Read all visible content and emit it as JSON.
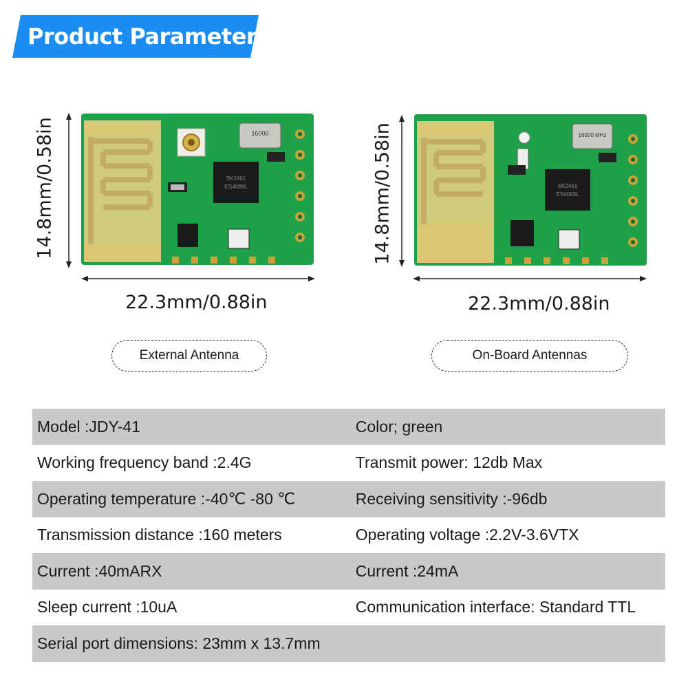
{
  "banner": {
    "title": "Product Parameters"
  },
  "colors": {
    "banner_blue": "#1b8cf0",
    "pcb_green": "#1fa14a",
    "antenna_gold": "#d6c77a",
    "row_gray": "#c9c9c9"
  },
  "modules": [
    {
      "height_label": "14.8mm/0.58in",
      "width_label": "22.3mm/0.88in",
      "type_label": "External Antenna",
      "chip_text": [
        "SK2461",
        "ES4088L"
      ],
      "crystal_text": "16000"
    },
    {
      "height_label": "14.8mm/0.58in",
      "width_label": "22.3mm/0.88in",
      "type_label": "On-Board Antennas",
      "chip_text": [
        "SK2461",
        "ES4093L"
      ],
      "crystal_text": "16000 MHz"
    }
  ],
  "specs": [
    [
      "Model :JDY-41",
      "Color; green"
    ],
    [
      "Working frequency band :2.4G",
      "Transmit power: 12db Max"
    ],
    [
      "Operating temperature :-40℃ -80 ℃",
      "Receiving sensitivity :-96db"
    ],
    [
      "Transmission distance :160 meters",
      "Operating voltage :2.2V-3.6VTX"
    ],
    [
      "Current :40mARX",
      "Current :24mA"
    ],
    [
      "Sleep current :10uA",
      "Communication interface: Standard TTL"
    ],
    [
      "Serial port dimensions: 23mm x 13.7mm",
      ""
    ]
  ]
}
